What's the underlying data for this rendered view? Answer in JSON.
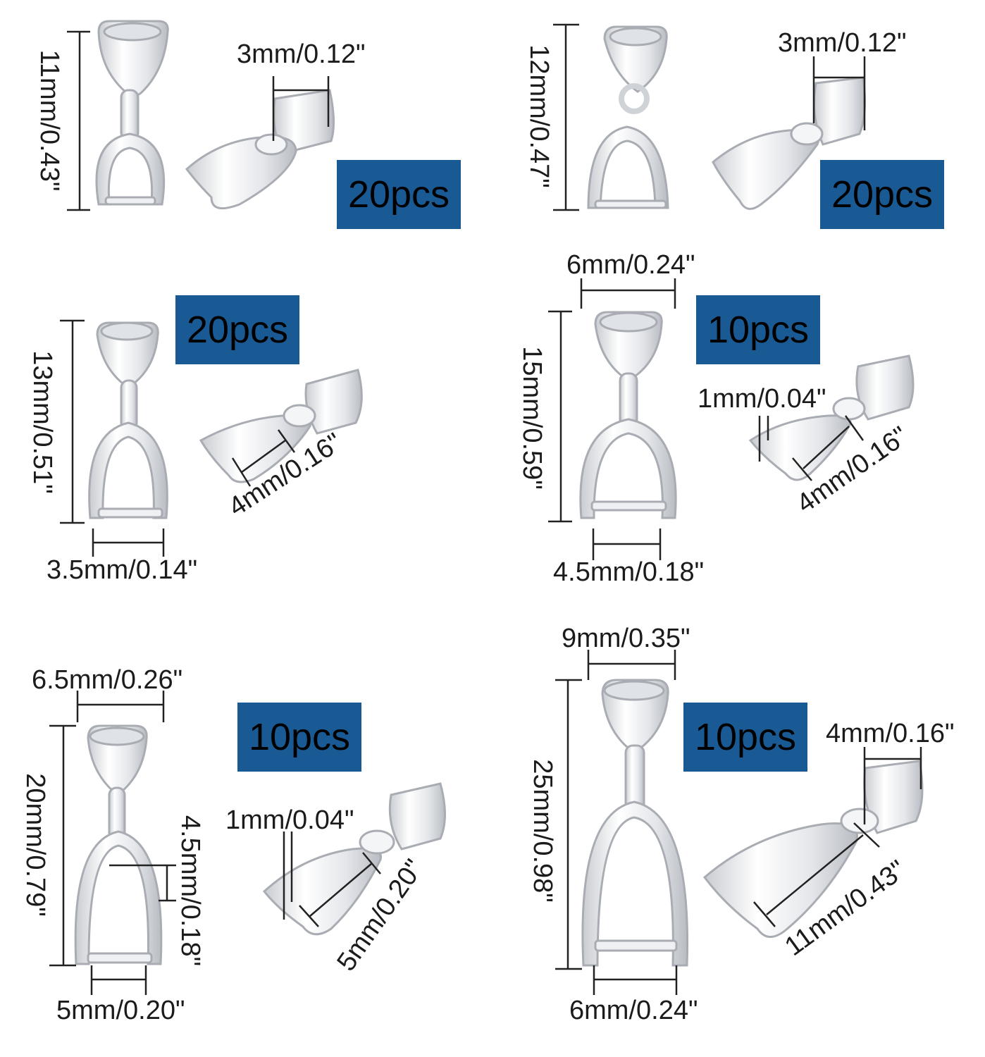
{
  "colors": {
    "badge_bg": "#1a5a94",
    "metal_fill": "#eef0f3",
    "metal_stroke": "#a9adb3",
    "dim_line": "#222222"
  },
  "panels": [
    {
      "name": "bail-11mm",
      "quantity": "20pcs",
      "height_dim": "11mm/0.43\"",
      "opening_dim": "3mm/0.12\""
    },
    {
      "name": "bail-12mm",
      "quantity": "20pcs",
      "height_dim": "12mm/0.47\"",
      "opening_dim": "3mm/0.12\""
    },
    {
      "name": "bail-13mm",
      "quantity": "20pcs",
      "height_dim": "13mm/0.51\"",
      "width_dim": "3.5mm/0.14\"",
      "prong_dim": "4mm/0.16\""
    },
    {
      "name": "bail-15mm",
      "quantity": "10pcs",
      "height_dim": "15mm/0.59\"",
      "top_dim": "6mm/0.24\"",
      "width_dim": "4.5mm/0.18\"",
      "gap_dim": "1mm/0.04\"",
      "prong_dim": "4mm/0.16\""
    },
    {
      "name": "bail-20mm",
      "quantity": "10pcs",
      "height_dim": "20mm/0.79\"",
      "top_dim": "6.5mm/0.26\"",
      "width_dim": "5mm/0.20\"",
      "inner_dim": "4.5mm/0.18\"",
      "gap_dim": "1mm/0.04\"",
      "prong_dim": "5mm/0.20\""
    },
    {
      "name": "bail-25mm",
      "quantity": "10pcs",
      "height_dim": "25mm/0.98\"",
      "top_dim": "9mm/0.35\"",
      "width_dim": "6mm/0.24\"",
      "opening_dim": "4mm/0.16\"",
      "prong_dim": "11mm/0.43\""
    }
  ]
}
